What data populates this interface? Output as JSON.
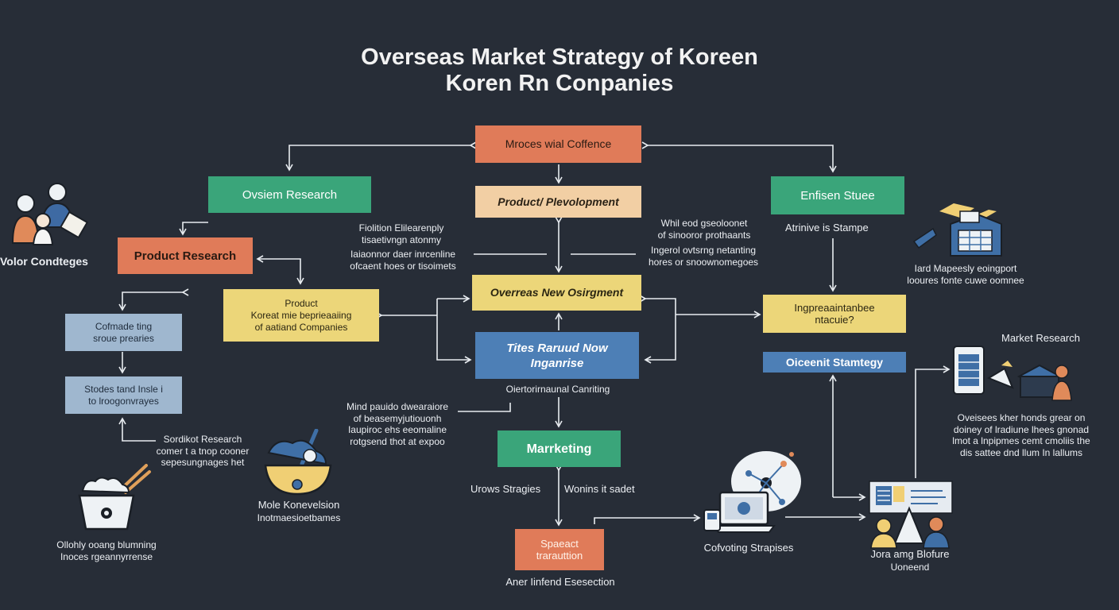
{
  "title": {
    "line1": "Overseas Market Strategy of Koreen",
    "line2": "Koren Rn Conpanies"
  },
  "boxes": {
    "mroces": "Mroces wial Coffence",
    "product_development": "Product/ Plevolopment",
    "overseas_new": "Overreas New Osirgment",
    "tites_raruud": "Tites Raruud Now\nInganrise",
    "marketing": "Marrketing",
    "speacct": "Spaeact\ntrarauttion",
    "ovsiem_research": "Ovsiem Research",
    "product_research": "Product Research",
    "product_korean": "Product\nKoreat mie beprieaaiing\nof aatiand Companies",
    "cofmade": "Cofmade ting\nsroue prearies",
    "stoades": "Stodes tand Insle i\nto lroogonvrayes",
    "enfisen": "Enfisen Stuee",
    "ingpreaain": "Ingpreaaintanbee\nntacuie?",
    "oiceenit": "Oiceenit Stamtegy"
  },
  "labels": {
    "volor_condiages": "Volor Condteges",
    "fiolition": "Fiolition Elilearenply\ntisaetivngn atonmy",
    "iaiaonnor": "Iaiaonnor daer inrcenline\nofcaent hoes or tisoimets",
    "whil_eod": "Whil eod gseoloonet\nof sinooror prothaants",
    "ingerol": "Ingerol ovtsrng netanting\nhores or snoownomegoes",
    "atrinive": "Atrinive is Stampe",
    "iard_mapeealy": "Iard Mapeesly eoingport\nlooures fonte cuwe oomnee",
    "market_research": "Market Research",
    "oiertorinaunal": "Oiertorirnaunal Canriting",
    "mind_paudo": "Mind pauido dwearaiore\nof beasemyjutiouonh\nIaupiroc ehs eeomaline\nrotgsend thot at expoo",
    "sordikot": "Sordikot Research\ncomer t a tnop cooner\nsepesungnages het",
    "mole_konevelsion": "Mole Konevelsion",
    "inotmaesioetbames": "Inotmaesioetbames",
    "olliohiy": "Ollohly ooang blumning\nInoces rgeannyrrense",
    "urows": "Urows Stragies",
    "wonins": "Wonins it sadet",
    "cofvoting": "Cofvoting Strapises",
    "aner_iinfend": "Aner Iinfend Esesection",
    "oveisees_kher": "Oveisees kher honds grear on\ndoiney of lradiune lhees gnonad\nlmot a lnpipmes cemt cmoliis the\ndis sattee dnd llum In lallums",
    "jora_amg": "Jora amg Blofure",
    "uoneend": "Uoneend"
  },
  "colors": {
    "background": "#272d37",
    "orange": "#e07b59",
    "green": "#3aa57a",
    "peach": "#f2cfa4",
    "yellow": "#ecd679",
    "blue": "#4d7fb6",
    "light_blue": "#9fb7cf",
    "arrow": "#e8ecf0"
  }
}
